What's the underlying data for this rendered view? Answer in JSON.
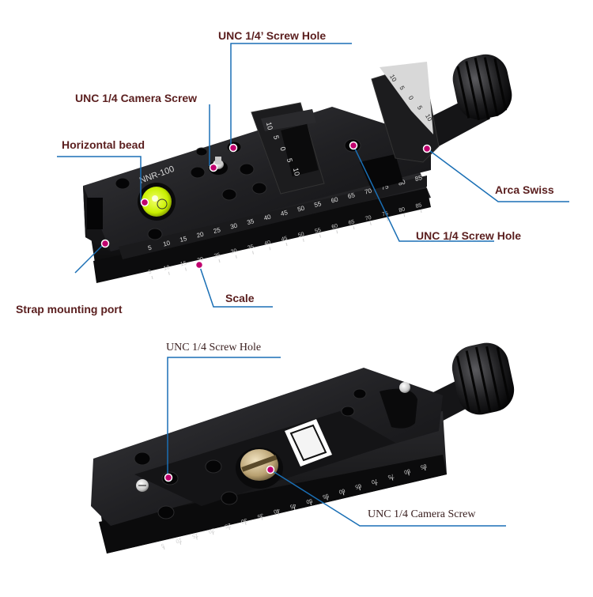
{
  "model_engraving": "NNR-100",
  "callouts_top": {
    "screw_hole_top": "UNC 1/4’  Screw Hole",
    "camera_screw": "UNC 1/4 Camera Screw",
    "horizontal_bead": "Horizontal bead",
    "arca_swiss": "Arca Swiss",
    "screw_hole_mid": "UNC 1/4 Screw Hole",
    "scale": "Scale",
    "strap_port": "Strap mounting port"
  },
  "callouts_bottom": {
    "screw_hole": "UNC 1/4 Screw Hole",
    "camera_screw": "UNC 1/4 Camera Screw"
  },
  "scale_top_ticks": [
    "5",
    "10",
    "15",
    "20",
    "25",
    "30",
    "35",
    "40",
    "45",
    "50",
    "55",
    "60",
    "65",
    "70",
    "75",
    "80",
    "85"
  ],
  "clamp_scale_ticks": [
    "10",
    "5",
    "0",
    "5",
    "10"
  ],
  "knob_scale_ticks": [
    "10",
    "5",
    "0",
    "5",
    "10"
  ],
  "scale_bottom_ticks": [
    "85",
    "80",
    "75",
    "70",
    "65",
    "60",
    "55",
    "50",
    "45",
    "40",
    "35",
    "30",
    "25",
    "20",
    "15",
    "10",
    "5"
  ],
  "colors": {
    "callout_line": "#1a6fb5",
    "marker_dot": "#c0006e",
    "label_text": "#5a1e1e",
    "metal": "#1c1c1e",
    "bubble": "#c8f000"
  }
}
